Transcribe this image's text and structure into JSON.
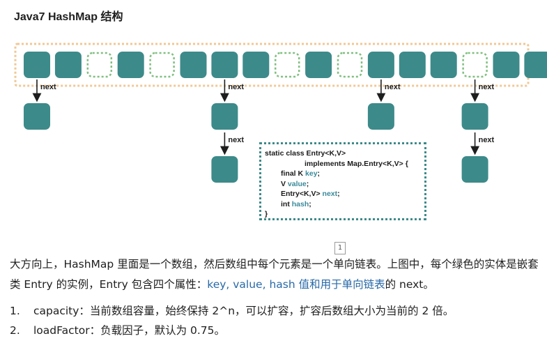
{
  "title": "Java7 HashMap 结构",
  "bucket_array": {
    "slots": [
      "filled",
      "filled",
      "empty",
      "filled",
      "empty",
      "filled",
      "filled",
      "filled",
      "empty",
      "filled",
      "empty",
      "filled",
      "filled",
      "filled",
      "empty",
      "filled",
      "filled"
    ],
    "colors": {
      "filled": "#3d8a8a",
      "empty_border": "#7fbf7f",
      "array_border": "#f0c896",
      "arrow": "#1e1e1e"
    }
  },
  "chains": [
    {
      "from_slot": 0,
      "length": 1
    },
    {
      "from_slot": 6,
      "length": 2
    },
    {
      "from_slot": 11,
      "length": 1
    },
    {
      "from_slot": 14,
      "length": 2
    }
  ],
  "arrow_label": "next",
  "code": {
    "line1": "static class Entry<K,V>",
    "line2": "implements Map.Entry<K,V> {",
    "line3_a": "final K ",
    "line3_b": "key",
    "line3_c": ";",
    "line4_a": "V ",
    "line4_b": "value",
    "line4_c": ";",
    "line5_a": "Entry<K,V> ",
    "line5_b": "next",
    "line5_c": ";",
    "line6_a": "int ",
    "line6_b": "hash",
    "line6_c": ";",
    "line7": "}"
  },
  "page_marker": "1",
  "paragraph": {
    "part1": "大方向上，HashMap 里面是一个数组，然后数组中每个元素是一个单向链表。上图中，每个绿色的实体是嵌套类 Entry 的实例，Entry 包含四个属性：",
    "highlight": "key, value, hash 值和用于单向链表",
    "part2": "的 next。"
  },
  "list": [
    {
      "num": "1.",
      "text": "capacity：当前数组容量，始终保持 2^n，可以扩容，扩容后数组大小为当前的 2 倍。"
    },
    {
      "num": "2.",
      "text": "loadFactor：负载因子，默认为 0.75。"
    }
  ]
}
